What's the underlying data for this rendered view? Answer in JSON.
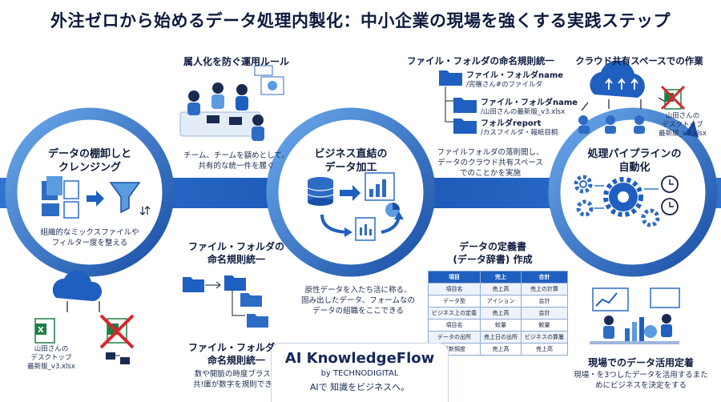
{
  "title": "外注ゼロから始めるデータ処理内製化：中小企業の現場を強くする実践ステップ",
  "left_ring": {
    "title_l1": "データの棚卸しと",
    "title_l2": "クレンジング",
    "caption_l1": "組織的なミックスファイルや",
    "caption_l2": "フィルター度を整える"
  },
  "center_ring": {
    "title_l1": "ビジネス直結の",
    "title_l2": "データ加工",
    "caption_l1": "原性データを入たち活に称る、",
    "caption_l2": "固み出したデータ、フォームなの",
    "caption_l3": "データの組職をここできる"
  },
  "right_ring": {
    "title_l1": "処理パイプラインの",
    "title_l2": "自動化"
  },
  "top_left": {
    "heading": "属人化を防ぐ運用ルール",
    "caption_l1": "チーム、チームを額めとして、",
    "caption_l2": "共有的な統一件を履ぐ"
  },
  "mid_naming": {
    "heading_l1": "ファイル・フォルダの",
    "heading_l2": "命名規則統一"
  },
  "bottom_naming": {
    "heading_l1": "ファイル・フォルダの",
    "heading_l2": "命名規則統一",
    "caption_l1": "数や開臉の時度ブラス、",
    "caption_l2": "共!庫が数字を規則できる"
  },
  "top_naming": {
    "heading": "ファイル・フォルダの命名規則統一",
    "folder1_name": "ファイル・フォルダname",
    "folder1_sub": "/完穣さん#のファイルダ",
    "folder2_name": "ファイル・フォルダname",
    "folder2_sub": "/山田さんの最新版_v3.xlsx",
    "folder3_name": "フォルダreport",
    "folder3_sub": "/カスフイルダ・報紙目桐",
    "caption_l1": "ファイルフォルダの落則閲し、",
    "caption_l2": "データのクラウド共有スペース",
    "caption_l3": "でのことかを実施"
  },
  "cloud_space": {
    "heading": "クラウド共有スペースでの作業",
    "file_l1": "山田さんの",
    "file_l2": "デスクトップ",
    "file_l3": "最新版_v3.xlsx"
  },
  "left_bottom": {
    "file_l1": "山田さんの",
    "file_l2": "デスクトップ",
    "file_l3": "最新版_v3.xlsx"
  },
  "dictionary": {
    "heading_l1": "データの定義書",
    "heading_l2": "(データ辞書) 作成",
    "columns": [
      "項目",
      "完上",
      "合計"
    ],
    "rows": [
      [
        "項目名",
        "売上高",
        "売上の計算"
      ],
      [
        "データ型",
        "アイション",
        "会計"
      ],
      [
        "ビジネス上の定義",
        "売上高",
        "会計"
      ],
      [
        "項目名",
        "蛟量",
        "鮫量"
      ],
      [
        "データの出所",
        "売上日の出所",
        "ビジネスの算屢"
      ],
      [
        "更新頻度",
        "売上高",
        "売上高"
      ]
    ]
  },
  "field": {
    "heading": "現場でのデータ活用定着",
    "caption_l1": "現場・を3つしたデータを活用するまた",
    "caption_l2": "めにビジネスを決定をする"
  },
  "brand": {
    "name": "AI KnowledgeFlow",
    "by": "by TECHNODIGITAL",
    "tagline": "AIで 知識をビジネスへ。"
  },
  "colors": {
    "navy": "#0d1b3e",
    "blue": "#1f5fbf",
    "light_blue": "#5b9be0",
    "band": "#1e5bb8",
    "excel_green": "#1e7e45",
    "red_cross": "#d9262c"
  }
}
